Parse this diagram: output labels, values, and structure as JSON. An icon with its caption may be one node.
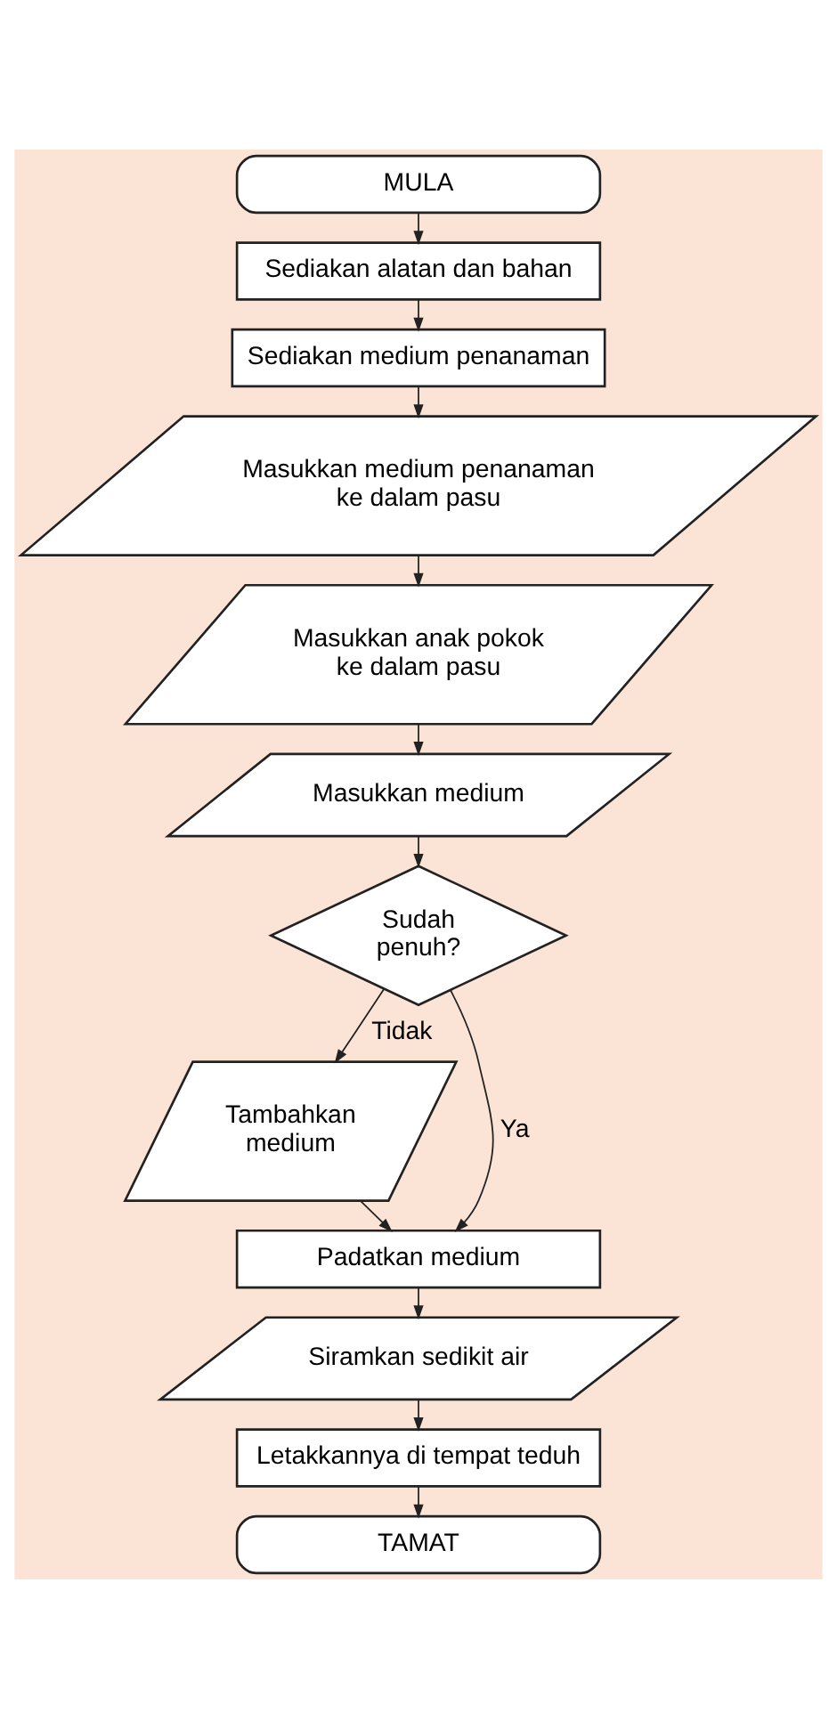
{
  "diagram": {
    "nodes": [
      {
        "text": [
          "MULA"
        ]
      },
      {
        "text": [
          "Sediakan alatan dan bahan"
        ]
      },
      {
        "text": [
          "Sediakan medium penanaman"
        ]
      },
      {
        "text": [
          "Masukkan medium penanaman ke dalam pasu"
        ]
      },
      {
        "text": [
          "Masukkan anak pokok ke dalam pasu"
        ]
      },
      {
        "text": [
          "Masukkan medium"
        ]
      },
      {
        "text": [
          "Sudah penuh?"
        ]
      },
      {
        "text": [
          "Tambahkan medium"
        ]
      },
      {
        "text": [
          "Padatkan medium"
        ]
      },
      {
        "text": [
          "Siramkan sedikit air"
        ]
      },
      {
        "text": [
          "Letakkannya di tempat teduh"
        ]
      },
      {
        "text": [
          "TAMAT"
        ]
      }
    ],
    "edges": [
      {
        "from": 0,
        "to": 1,
        "arrow": "to"
      },
      {
        "from": 1,
        "to": 2,
        "arrow": "to"
      },
      {
        "from": 2,
        "to": 3,
        "arrow": "to"
      },
      {
        "from": 3,
        "to": 4,
        "arrow": "to"
      },
      {
        "from": 4,
        "to": 5,
        "arrow": "to"
      },
      {
        "from": 5,
        "to": 6,
        "arrow": "to"
      },
      {
        "from": 6,
        "to": 7,
        "arrow": "to",
        "label": "Tidak"
      },
      {
        "from": 6,
        "to": 8,
        "arrow": "to",
        "label": "Ya"
      },
      {
        "from": 7,
        "to": 8,
        "arrow": "to"
      },
      {
        "from": 8,
        "to": 9,
        "arrow": "to"
      },
      {
        "from": 9,
        "to": 10,
        "arrow": "to"
      },
      {
        "from": 10,
        "to": 11,
        "arrow": "to"
      }
    ]
  }
}
